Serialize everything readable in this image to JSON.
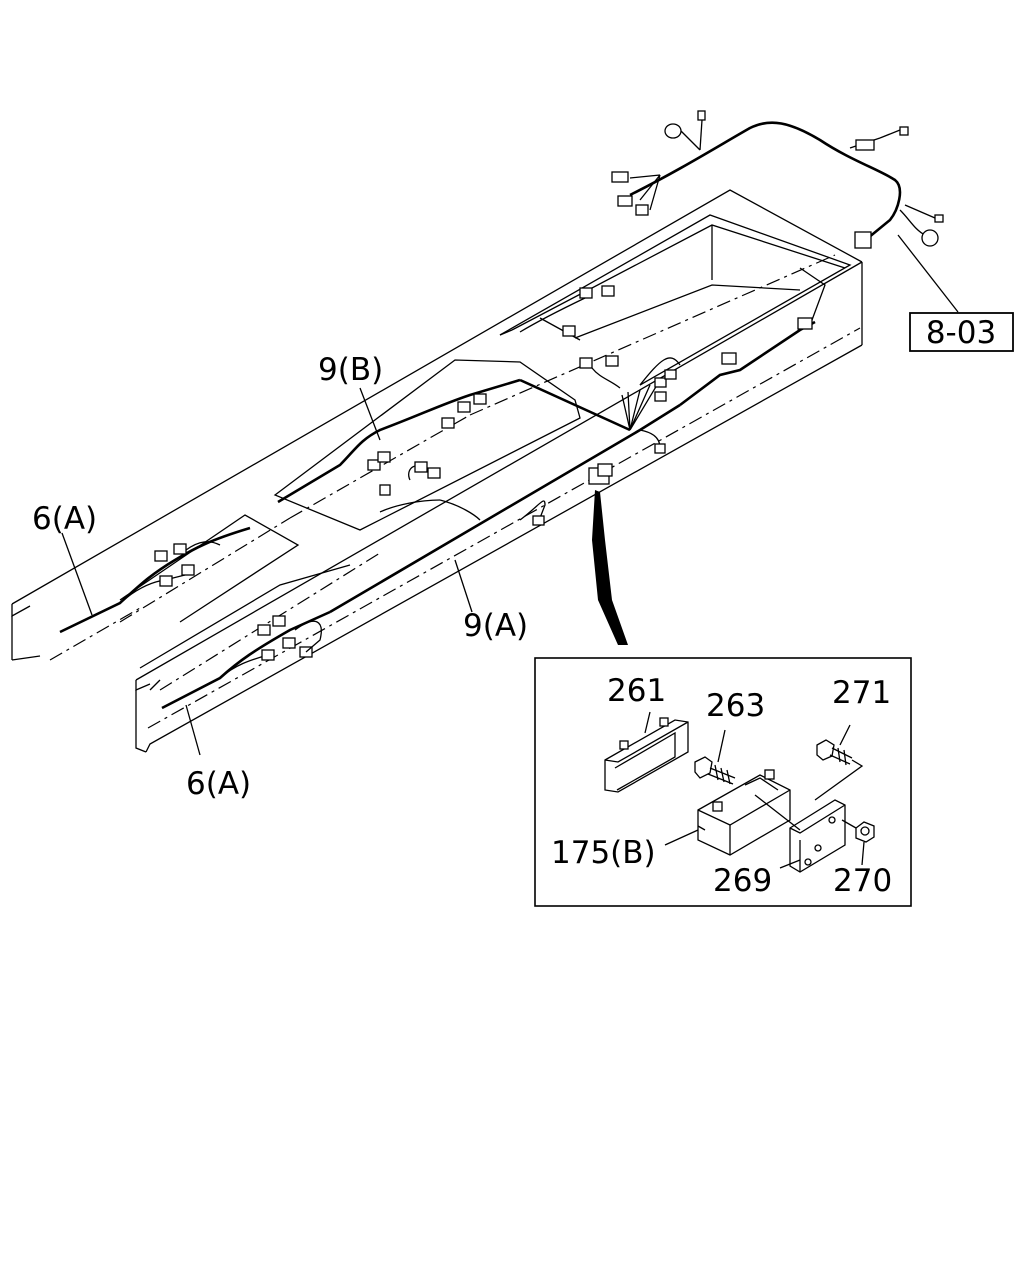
{
  "labels": {
    "ref_8_03": "8-03",
    "harness_9B": "9(B)",
    "harness_6A_top": "6(A)",
    "harness_9A": "9(A)",
    "harness_6A_bottom": "6(A)",
    "part_261": "261",
    "part_263": "263",
    "part_271": "271",
    "part_175B": "175(B)",
    "part_269": "269",
    "part_270": "270"
  }
}
